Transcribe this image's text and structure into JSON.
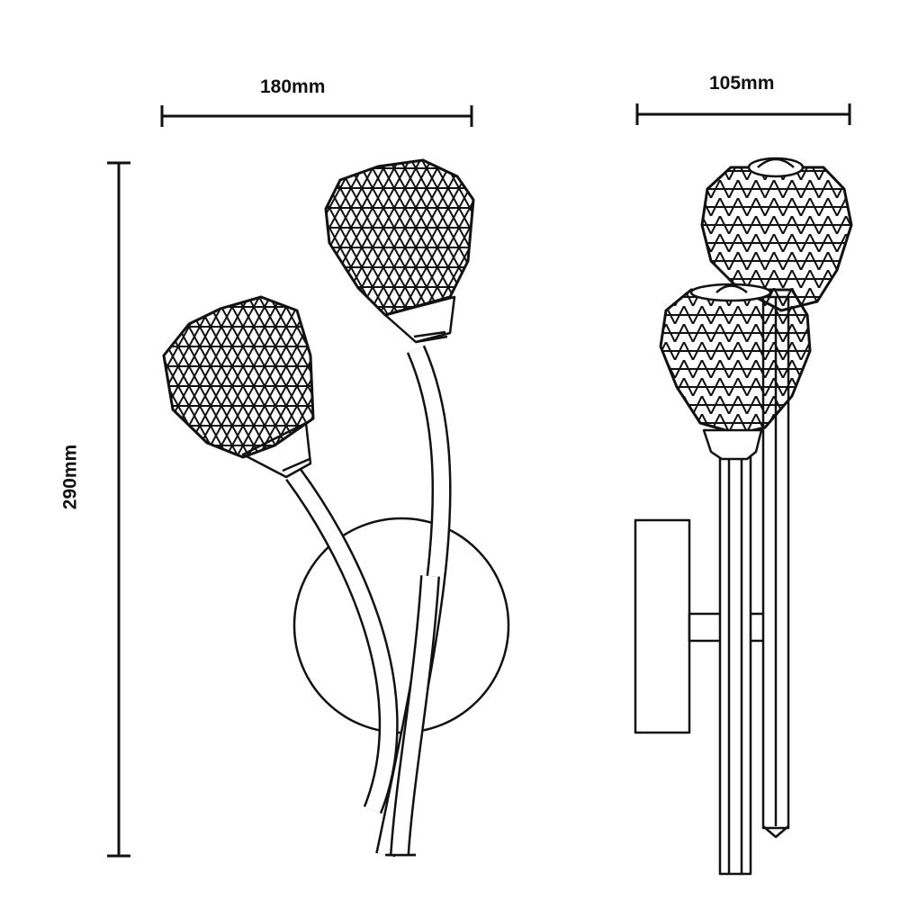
{
  "dimensions": {
    "width": "180mm",
    "depth": "105mm",
    "height": "290mm"
  },
  "colors": {
    "line": "#111111",
    "background": "#ffffff"
  }
}
